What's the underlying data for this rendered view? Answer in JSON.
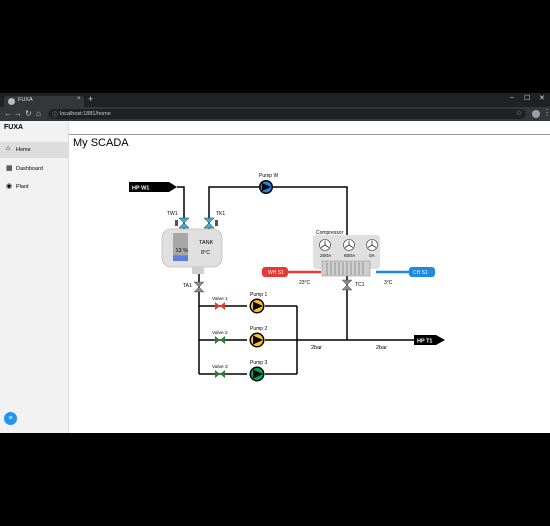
{
  "browser": {
    "tab_title": "FUXA",
    "tab_close": "×",
    "new_tab": "+",
    "url": "localhost:1881/home",
    "window_controls": {
      "minimize": "–",
      "maximize": "☐",
      "close": "✕"
    },
    "nav": {
      "back": "←",
      "forward": "→",
      "reload": "↻",
      "home": "⌂"
    },
    "url_info_icon": "ⓘ",
    "star_icon": "☆",
    "menu_icon": "⋮"
  },
  "app": {
    "title": "FUXA",
    "fab_icon": "≡",
    "sidebar": {
      "items": [
        {
          "icon": "home-icon",
          "glyph": "⌂",
          "label": "Home"
        },
        {
          "icon": "dashboard-icon",
          "glyph": "▦",
          "label": "Dashboard"
        },
        {
          "icon": "plant-icon",
          "glyph": "◉",
          "label": "Plant"
        }
      ]
    }
  },
  "page": {
    "title": "My SCADA"
  },
  "scada": {
    "labels": {
      "hp_w1": "HP W1",
      "tw1": "TW1",
      "tk1": "TK1",
      "pump_w": "Pump W",
      "tank": "TANK",
      "tank_level": "13 %",
      "tank_temp": "8°C",
      "ta1": "TA1",
      "compressor": "Compressor",
      "amp1": "200A",
      "amp2": "600A",
      "amp3": "0A",
      "wh_s1": "WH S1",
      "ch_s1": "CH S1",
      "temp_hot": "23°C",
      "temp_cold": "3°C",
      "tc1": "TC1",
      "valve1": "Valve 1",
      "valve2": "Valve 2",
      "valve3": "Valve 3",
      "pump1": "Pump 1",
      "pump2": "Pump 2",
      "pump3": "Pump 3",
      "pressure1": "2bar",
      "pressure2": "2bar",
      "hp_t1": "HP T1"
    },
    "tank_level_fraction": 0.13,
    "colors": {
      "pump_w": "#1e88e5",
      "pump1": "#fbc02d",
      "pump2": "#fbc02d",
      "pump3": "#00a65a",
      "valve1": "#e53935",
      "valve2": "#2e7d32",
      "valve3": "#2e7d32",
      "hot_pipe": "#e53935",
      "cold_pipe": "#1e88e5",
      "tank_liquid": "#5b7fe0"
    }
  }
}
